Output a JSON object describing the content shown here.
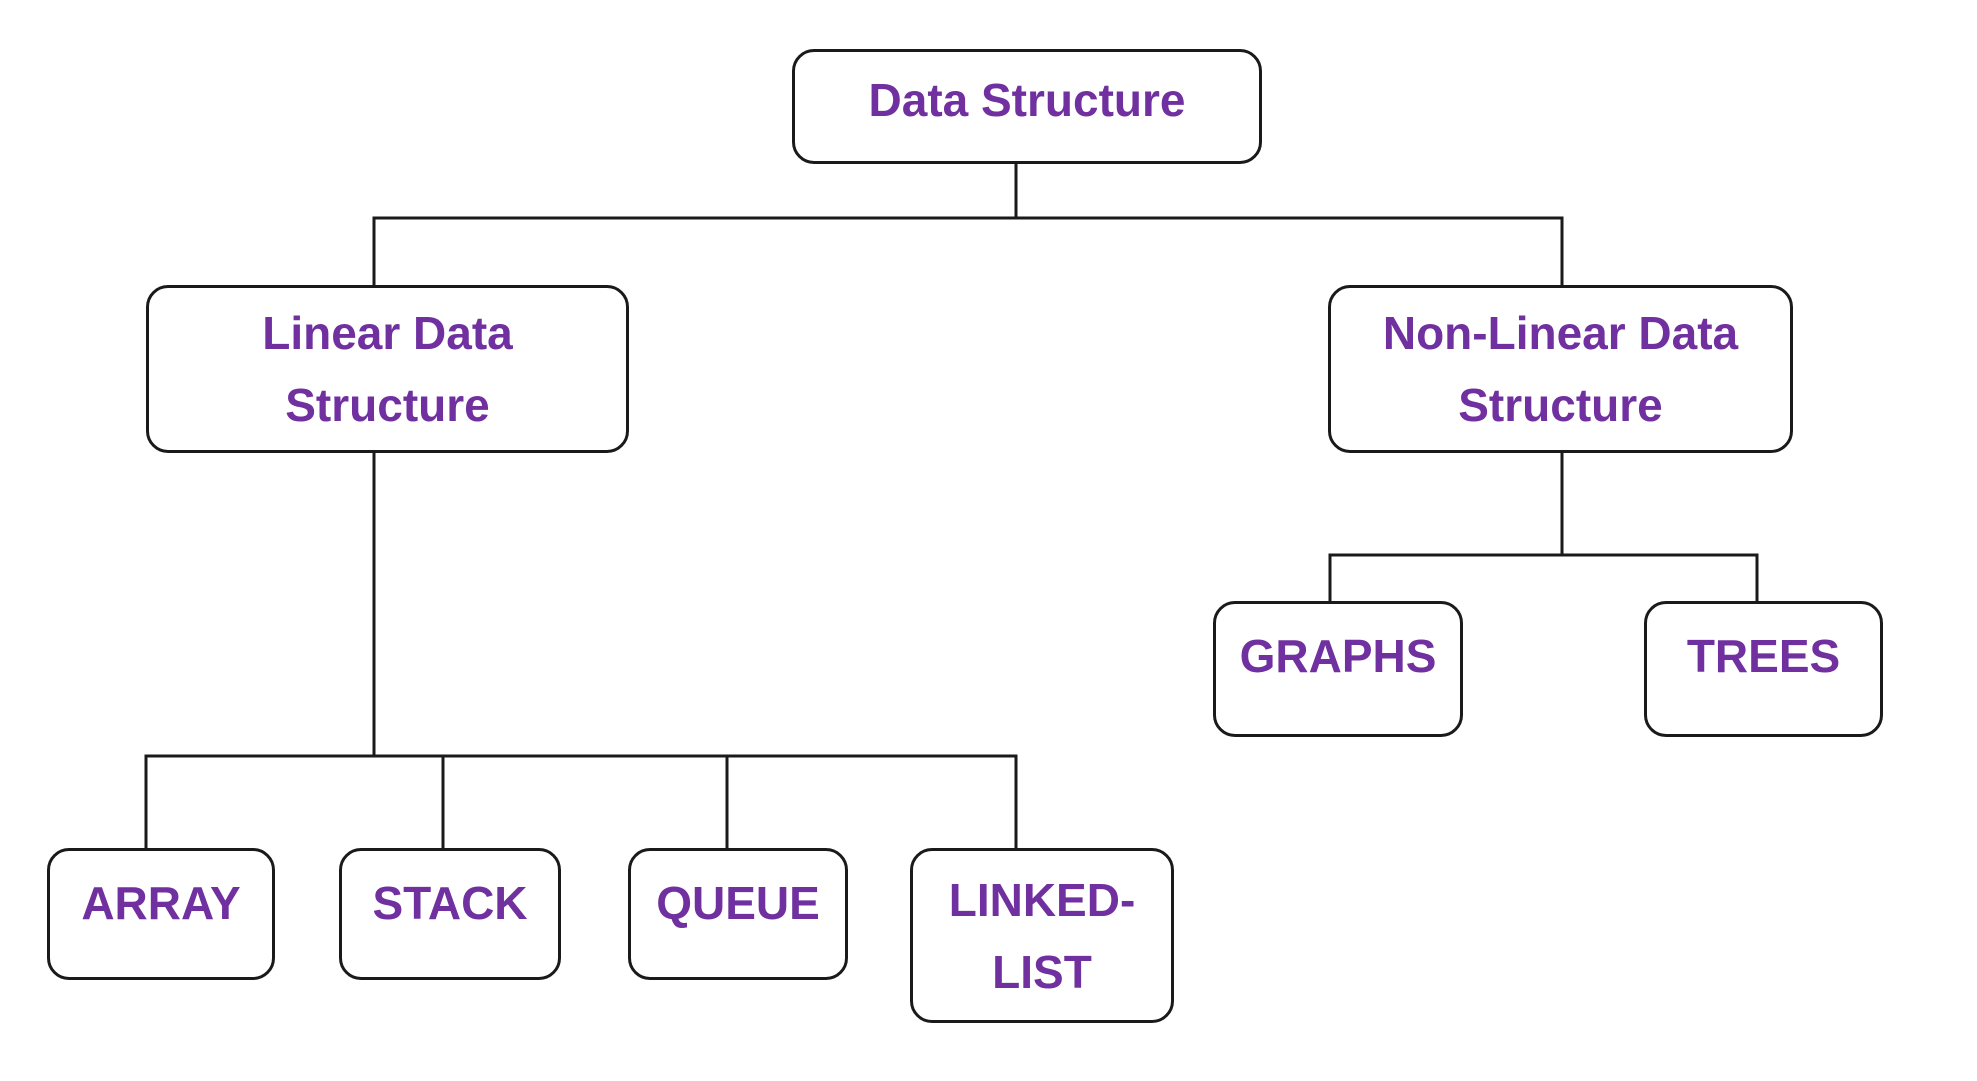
{
  "colors": {
    "label": "#7030a0",
    "line": "#1a1a1a",
    "background": "#ffffff"
  },
  "nodes": {
    "root": {
      "label": "Data Structure"
    },
    "linear": {
      "label_line1": "Linear Data",
      "label_line2": "Structure"
    },
    "non_linear": {
      "label_line1": "Non-Linear Data",
      "label_line2": "Structure"
    },
    "graphs": {
      "label": "GRAPHS"
    },
    "trees": {
      "label": "TREES"
    },
    "array": {
      "label": "ARRAY"
    },
    "stack": {
      "label": "STACK"
    },
    "queue": {
      "label": "QUEUE"
    },
    "linked_list": {
      "label_line1": "LINKED-",
      "label_line2": "LIST"
    }
  }
}
